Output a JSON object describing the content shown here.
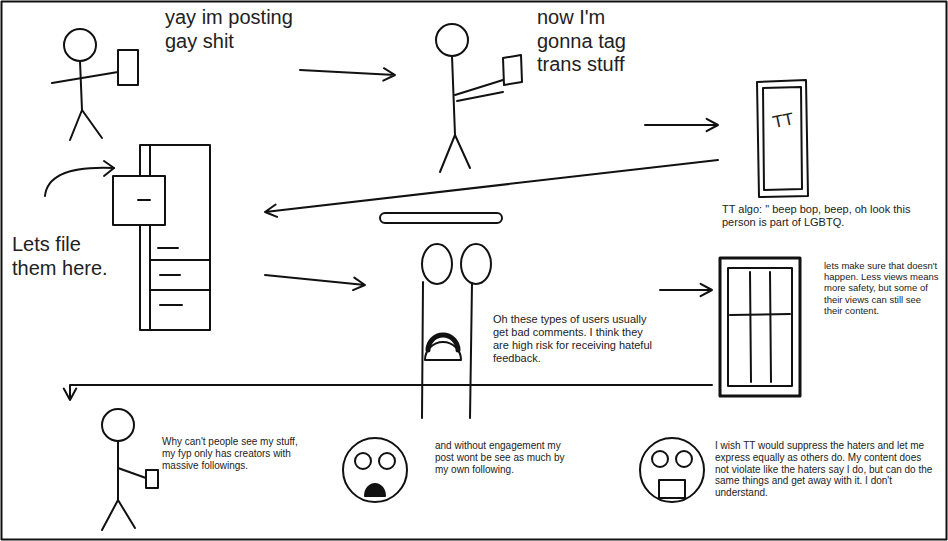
{
  "diagram": {
    "nodes": [
      {
        "text": [
          "yay im posting gay shit"
        ]
      },
      {
        "text": [
          "now I'm gonna tag trans stuff"
        ]
      },
      {
        "text": [
          "TT",
          "TT algo: \" beep bop, beep, oh look this person is part of LGBTQ."
        ]
      },
      {
        "text": [
          "Lets file them here."
        ]
      },
      {
        "text": [
          "Oh these types of users usually get bad comments. I think they are high risk for receiving hateful feedback."
        ]
      },
      {
        "text": [
          "lets make sure that doesn't happen. Less views means more safety, but some of their views can still see their content."
        ]
      },
      {
        "text": [
          "Why can't people see my stuff, my fyp only has creators with massive followings."
        ]
      },
      {
        "text": [
          "and without engagement my post wont be see as much by my own following."
        ]
      },
      {
        "text": [
          "I wish TT would suppress the haters and let me express equally as others do. My content does not violate like the haters say I do, but can do the same things and get away with it. I don't understand."
        ]
      }
    ],
    "edges": [
      {
        "from": 0,
        "to": 1,
        "arrow": "to"
      },
      {
        "from": 1,
        "to": 2,
        "arrow": "to"
      },
      {
        "from": 2,
        "to": 3,
        "arrow": "to"
      },
      {
        "from": 3,
        "to": 4,
        "arrow": "to"
      },
      {
        "from": 4,
        "to": 5,
        "arrow": "to"
      },
      {
        "from": 5,
        "to": 6,
        "arrow": "to"
      }
    ]
  }
}
